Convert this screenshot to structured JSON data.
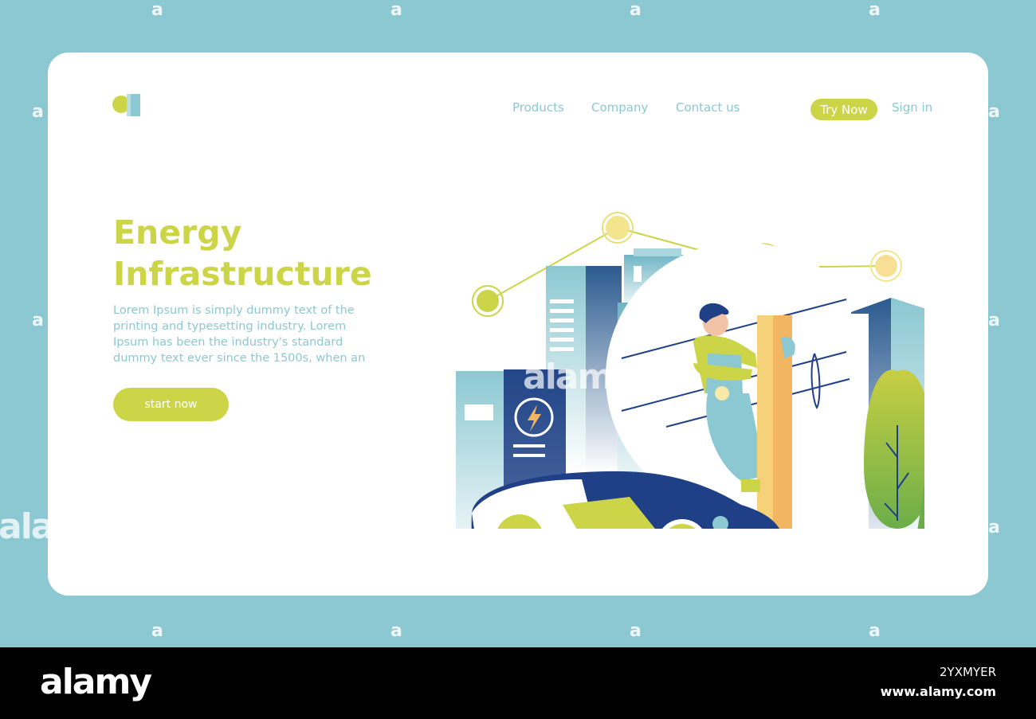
{
  "nav": {
    "products": "Products",
    "company": "Company",
    "contact": "Contact us",
    "try_now": "Try Now",
    "sign_in": "Sign in"
  },
  "hero": {
    "title_line1": "Energy",
    "title_line2": "Infrastructure",
    "body_line1": "Lorem Ipsum is simply dummy text of the",
    "body_line2": "printing and typesetting industry. Lorem",
    "body_line3": "Ipsum has been the industry's standard",
    "body_line4": "dummy text ever since the 1500s, when an",
    "cta": "start now"
  },
  "watermark": {
    "brand": "alamy",
    "image_id": "2YXMYER",
    "url": "www.alamy.com"
  },
  "icons": {
    "logo": "brand-logo-icon",
    "bolt": "lightning-bolt-icon"
  },
  "colors": {
    "background": "#8cc8d2",
    "accent": "#cbd547",
    "navy": "#1f3f86",
    "orange": "#f2b663",
    "green": "#7fb84a"
  }
}
